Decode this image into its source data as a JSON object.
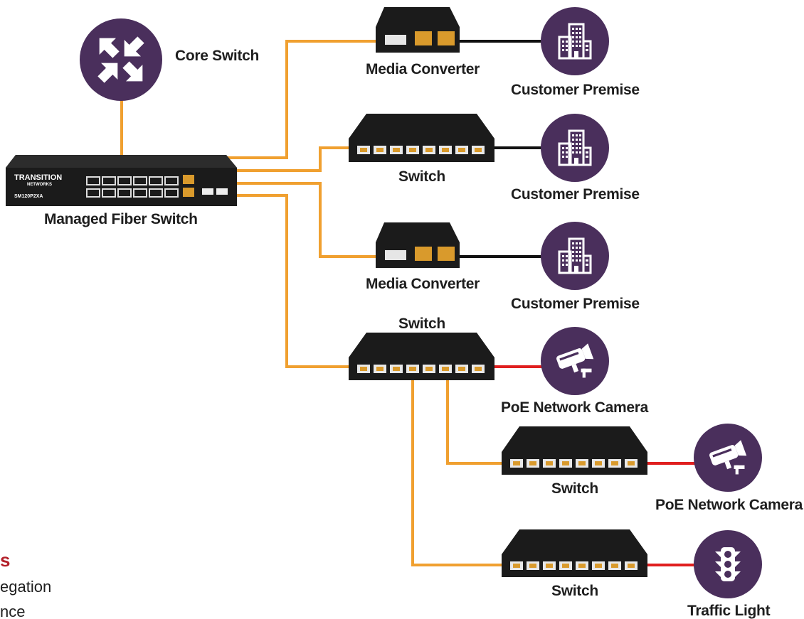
{
  "colors": {
    "fiber": "#f0a030",
    "copper": "#111111",
    "poe": "#e01f1f",
    "icon_circle": "#4a2f5c",
    "device": "#1b1b1b",
    "fragment_title": "#b3202a"
  },
  "nodes": {
    "core_switch": {
      "label": "Core Switch",
      "icon": "arrows-converge-icon"
    },
    "managed_switch": {
      "label": "Managed Fiber Switch",
      "brand_line1": "TRANSITION",
      "brand_line2": "NETWORKS",
      "model": "SM120P2XA"
    },
    "media_converter_1": {
      "label": "Media Converter"
    },
    "media_converter_2": {
      "label": "Media Converter"
    },
    "switch_1": {
      "label": "Switch"
    },
    "switch_2": {
      "label": "Switch"
    },
    "switch_3": {
      "label": "Switch"
    },
    "switch_4": {
      "label": "Switch"
    },
    "customer_premise_1": {
      "label": "Customer Premise",
      "icon": "building-icon"
    },
    "customer_premise_2": {
      "label": "Customer Premise",
      "icon": "building-icon"
    },
    "customer_premise_3": {
      "label": "Customer Premise",
      "icon": "building-icon"
    },
    "camera_1": {
      "label": "PoE Network Camera",
      "icon": "camera-icon"
    },
    "camera_2": {
      "label": "PoE Network Camera",
      "icon": "camera-icon"
    },
    "traffic_light": {
      "label": "Traffic Light",
      "icon": "traffic-light-icon"
    }
  },
  "fragments": {
    "title": "s",
    "line1": "egation",
    "line2": "nce"
  }
}
